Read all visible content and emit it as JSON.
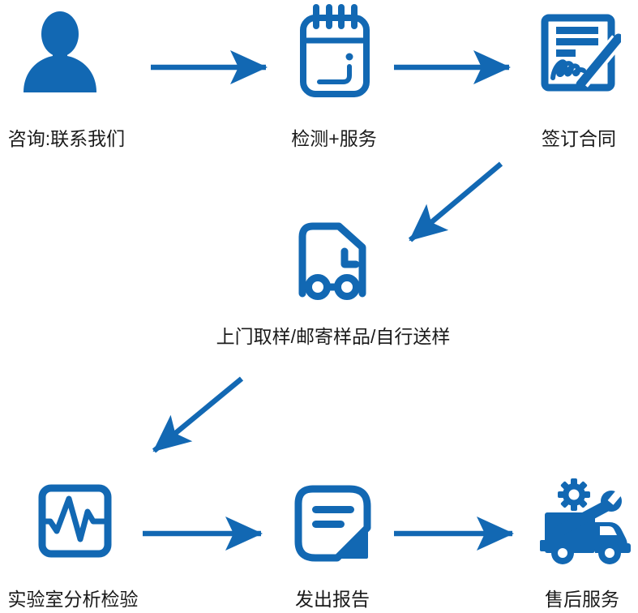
{
  "colors": {
    "primary_blue": "#1268b3",
    "label_text": "#1a1a1a",
    "background": "#ffffff"
  },
  "diagram": {
    "type": "process-flowchart",
    "steps": [
      {
        "id": "consult",
        "label": "咨询:联系我们",
        "icon": "user-icon"
      },
      {
        "id": "testing-service",
        "label": "检测+服务",
        "icon": "calendar-icon"
      },
      {
        "id": "sign-contract",
        "label": "签订合同",
        "icon": "contract-signing-icon"
      },
      {
        "id": "sampling",
        "label": "上门取样/邮寄样品/自行送样",
        "icon": "delivery-truck-icon"
      },
      {
        "id": "lab-analysis",
        "label": "实验室分析检验",
        "icon": "oscilloscope-icon"
      },
      {
        "id": "issue-report",
        "label": "发出报告",
        "icon": "report-icon"
      },
      {
        "id": "after-sales",
        "label": "售后服务",
        "icon": "service-truck-icon"
      }
    ],
    "edges": [
      {
        "from": "consult",
        "to": "testing-service",
        "style": "horizontal-arrow"
      },
      {
        "from": "testing-service",
        "to": "sign-contract",
        "style": "horizontal-arrow"
      },
      {
        "from": "sign-contract",
        "to": "sampling",
        "style": "diagonal-arrow"
      },
      {
        "from": "sampling",
        "to": "lab-analysis",
        "style": "diagonal-arrow"
      },
      {
        "from": "lab-analysis",
        "to": "issue-report",
        "style": "horizontal-arrow"
      },
      {
        "from": "issue-report",
        "to": "after-sales",
        "style": "horizontal-arrow"
      }
    ]
  }
}
